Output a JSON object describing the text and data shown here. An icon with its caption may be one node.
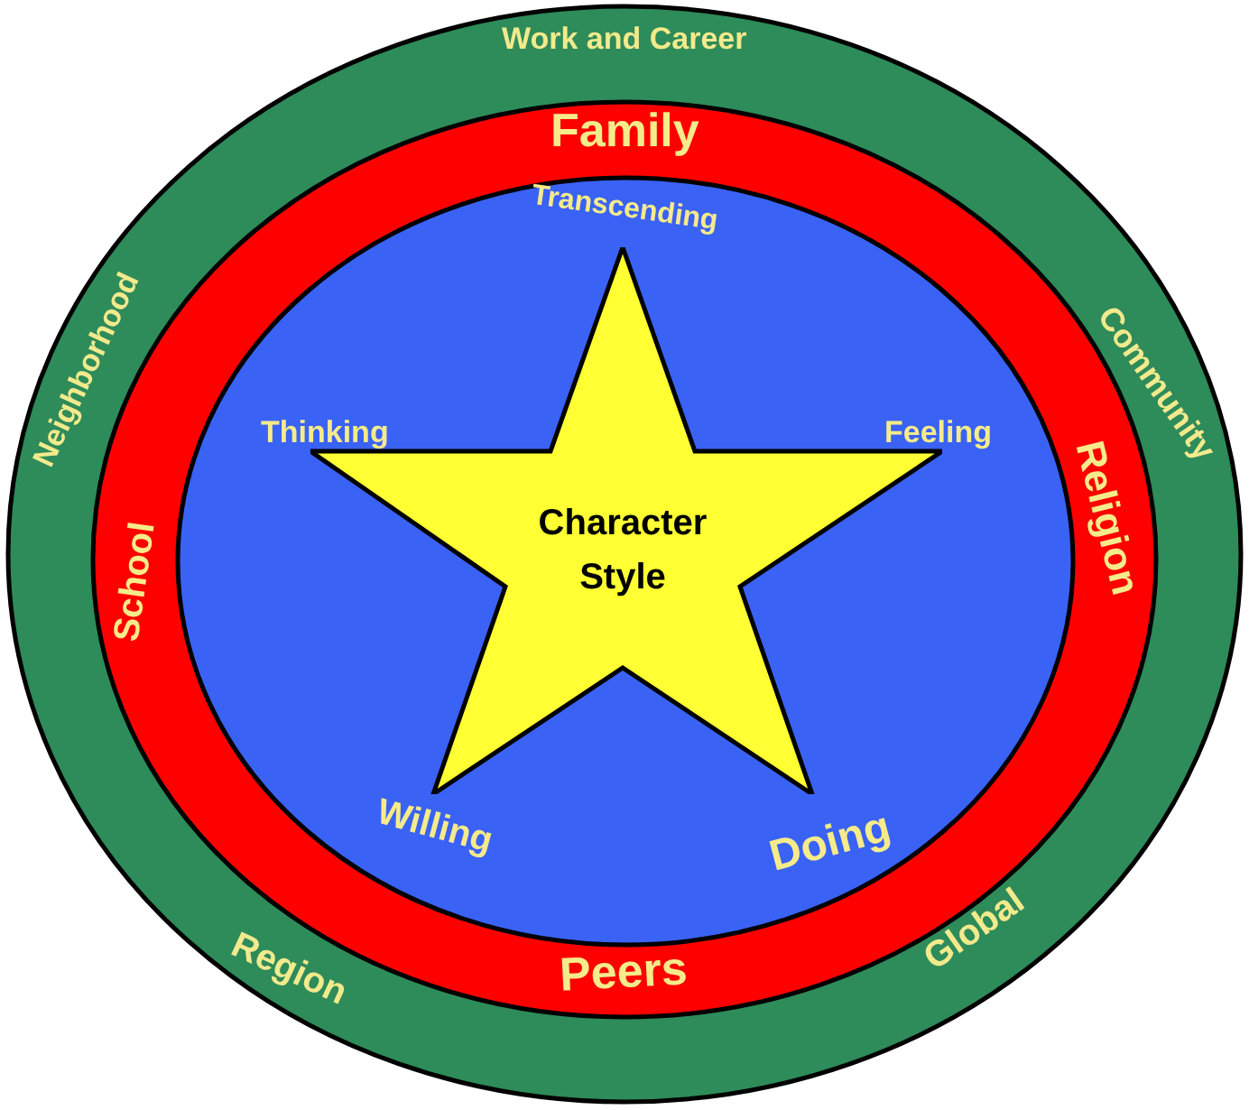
{
  "diagram": {
    "nodes": [
      {
        "text": [
          "Work and Career",
          "Community",
          "Global",
          "Region",
          "Neighborhood"
        ]
      },
      {
        "text": [
          "Family",
          "Religion",
          "Peers",
          "School"
        ],
        "in": 0
      },
      {
        "text": [
          "Transcending",
          "Thinking",
          "Feeling",
          "Willing",
          "Doing"
        ],
        "in": 1
      },
      {
        "text": [
          "Character Style"
        ],
        "in": 2
      }
    ]
  }
}
